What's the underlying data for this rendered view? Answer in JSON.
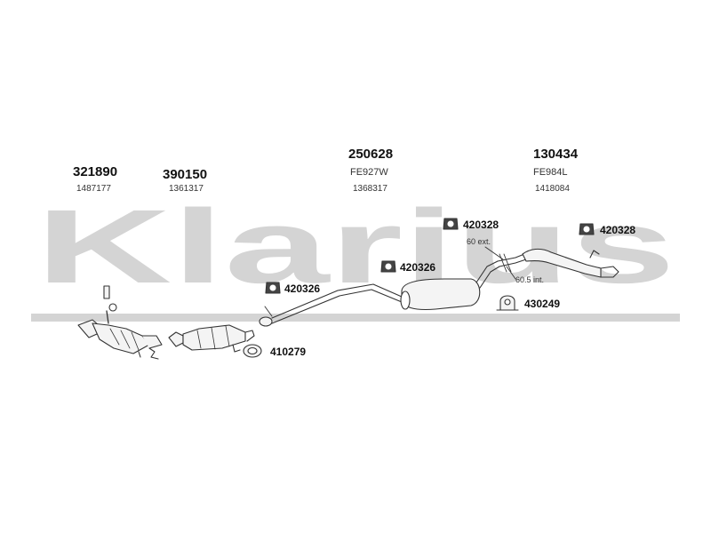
{
  "watermark": {
    "text": "Klarius"
  },
  "sections": [
    {
      "id": "s1",
      "number": "321890",
      "ref": "1487177"
    },
    {
      "id": "s2",
      "number": "390150",
      "ref": "1361317"
    },
    {
      "id": "s3",
      "number": "250628",
      "code": "FE927W",
      "ref": "1368317"
    },
    {
      "id": "s4",
      "number": "130434",
      "code": "FE984L",
      "ref": "1418084"
    }
  ],
  "parts": [
    {
      "id": "p1",
      "number": "420328",
      "icon": "rubber-hanger-icon"
    },
    {
      "id": "p2",
      "number": "420328",
      "icon": "rubber-hanger-icon"
    },
    {
      "id": "p3",
      "number": "420326",
      "icon": "rubber-hanger-icon"
    },
    {
      "id": "p4",
      "number": "420326",
      "icon": "rubber-hanger-icon"
    },
    {
      "id": "p5",
      "number": "430249",
      "icon": "pipe-clamp-icon"
    },
    {
      "id": "p6",
      "number": "410279",
      "icon": "gasket-ring-icon"
    }
  ],
  "notes": {
    "ext": "60 ext.",
    "int": "60.5 int."
  },
  "colors": {
    "watermark": "#d4d4d4",
    "line": "#333333",
    "fill": "#f4f4f4"
  }
}
